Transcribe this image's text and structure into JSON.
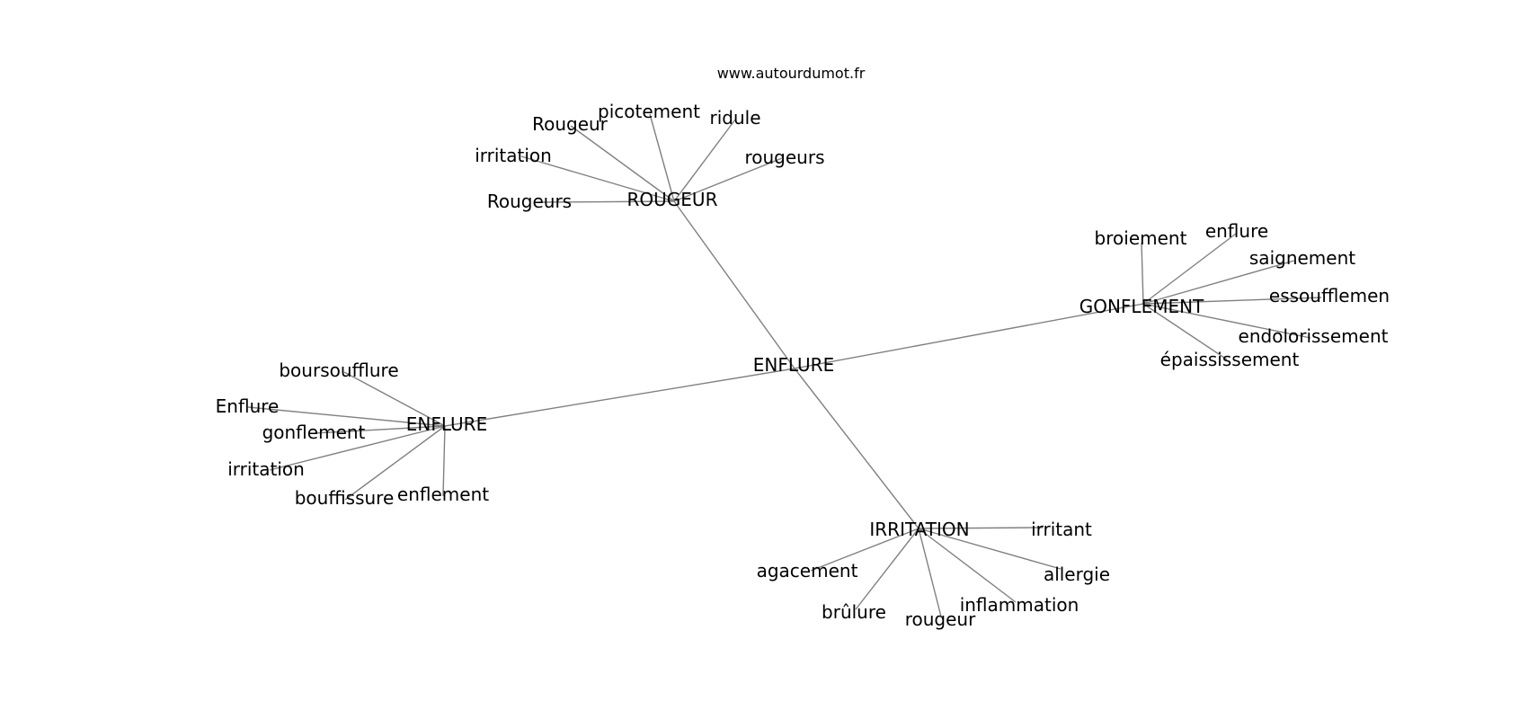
{
  "watermark": "www.autourdumot.fr",
  "graph": {
    "center": "ENFLURE",
    "clusters": [
      {
        "hub": "ROUGEUR",
        "leaves": [
          "Rougeur",
          "picotement",
          "ridule",
          "irritation",
          "rougeurs",
          "Rougeurs"
        ]
      },
      {
        "hub": "GONFLEMENT",
        "leaves": [
          "broiement",
          "enflure",
          "saignement",
          "essoufflemen",
          "endolorissement",
          "épaississement"
        ]
      },
      {
        "hub": "ENFLURE",
        "leaves": [
          "boursoufflure",
          "Enflure",
          "gonflement",
          "irritation",
          "bouffissure",
          "enflement"
        ]
      },
      {
        "hub": "IRRITATION",
        "leaves": [
          "irritant",
          "agacement",
          "allergie",
          "inflammation",
          "brûlure",
          "rougeur"
        ]
      }
    ]
  }
}
